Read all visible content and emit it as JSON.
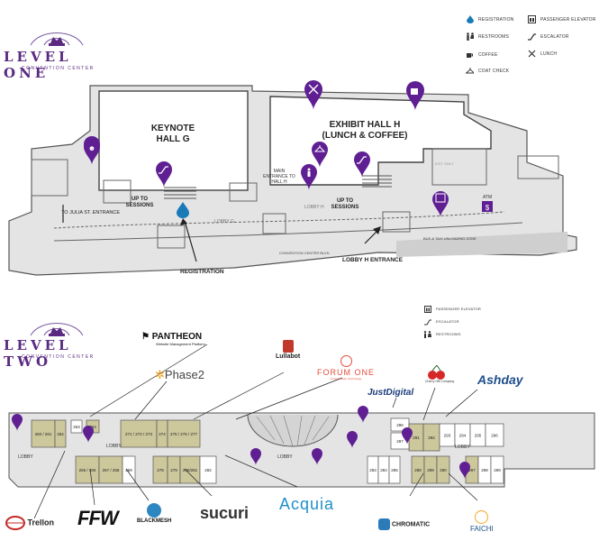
{
  "level_one": {
    "logo": {
      "title": "LEVEL ONE",
      "subtitle": "CONVENTION CENTER"
    },
    "legend": [
      {
        "icon": "drop-icon",
        "label": "REGISTRATION"
      },
      {
        "icon": "elevator-icon",
        "label": "PASSENGER ELEVATOR"
      },
      {
        "icon": "restroom-icon",
        "label": "RESTROOMS"
      },
      {
        "icon": "escalator-icon",
        "label": "ESCALATOR"
      },
      {
        "icon": "coffee-icon",
        "label": "COFFEE"
      },
      {
        "icon": "lunch-icon",
        "label": "LUNCH"
      },
      {
        "icon": "hanger-icon",
        "label": "COAT CHECK"
      }
    ],
    "labels": {
      "keynote_line1": "KEYNOTE",
      "keynote_line2": "HALL G",
      "exhibit_line1": "EXHIBIT HALL H",
      "exhibit_line2": "(LUNCH & COFFEE)",
      "main_entrance_1": "MAIN",
      "main_entrance_2": "ENTRANCE TO",
      "main_entrance_3": "HALL H",
      "up_sessions_left_1": "UP TO",
      "up_sessions_left_2": "SESSIONS",
      "up_sessions_right_1": "UP TO",
      "up_sessions_right_2": "SESSIONS",
      "lobby_g": "LOBBY G",
      "lobby_h": "LOBBY H",
      "exit_only": "EXIT ONLY",
      "atm": "ATM",
      "bus_zone": "BUS & TAXI UNLOADING ZONE",
      "blvd": "CONVENTION CENTER BLVD.",
      "julia": "TO JULIA ST. ENTRANCE",
      "registration": "REGISTRATION",
      "lobby_h_entrance": "LOBBY H ENTRANCE"
    }
  },
  "level_two": {
    "logo": {
      "title": "LEVEL TWO",
      "subtitle": "CONVENTION CENTER"
    },
    "legend": [
      {
        "icon": "elevator-icon",
        "label": "PASSENGER ELEVATOR"
      },
      {
        "icon": "escalator-icon",
        "label": "ESCALATOR"
      },
      {
        "icon": "restroom-icon",
        "label": "RESTROOMS"
      }
    ],
    "rooms_top": [
      "260 / 261",
      "262",
      "263",
      "264",
      "271 / 272 / 273",
      "274",
      "275 / 276 / 277",
      "286",
      "291",
      "292",
      "293",
      "294",
      "295",
      "296"
    ],
    "rooms_bottom": [
      "265 / 266",
      "267 / 268",
      "269",
      "278",
      "279",
      "280/281",
      "282",
      "283",
      "284",
      "285",
      "287",
      "288",
      "289",
      "290",
      "297",
      "298",
      "299"
    ],
    "lobbies": [
      "LOBBY",
      "LOBBY",
      "LOBBY",
      "LOBBY"
    ],
    "sponsors": {
      "pantheon": "PANTHEON",
      "pantheon_sub": "Website Management Platform",
      "phase2": "Phase2",
      "lullabot": "Lullabot",
      "forum_one": "FORUM ONE",
      "forum_one_sub": "Consult. Data. Technology.",
      "cherry": "Cherry Hill Company",
      "justdigital": "JustDigital",
      "ashday": "Ashday",
      "ffw": "FFW",
      "blackmesh": "BLACKMESH",
      "sucuri": "sucuri",
      "acquia": "Acquia",
      "chromatic": "CHROMATIC",
      "faichi": "FAICHI",
      "trellon": "Trellon"
    }
  },
  "colors": {
    "purple": "#5f1f93",
    "tan": "#cdc79c",
    "wall": "#4a4a4a",
    "floor": "#e3e3e3"
  }
}
